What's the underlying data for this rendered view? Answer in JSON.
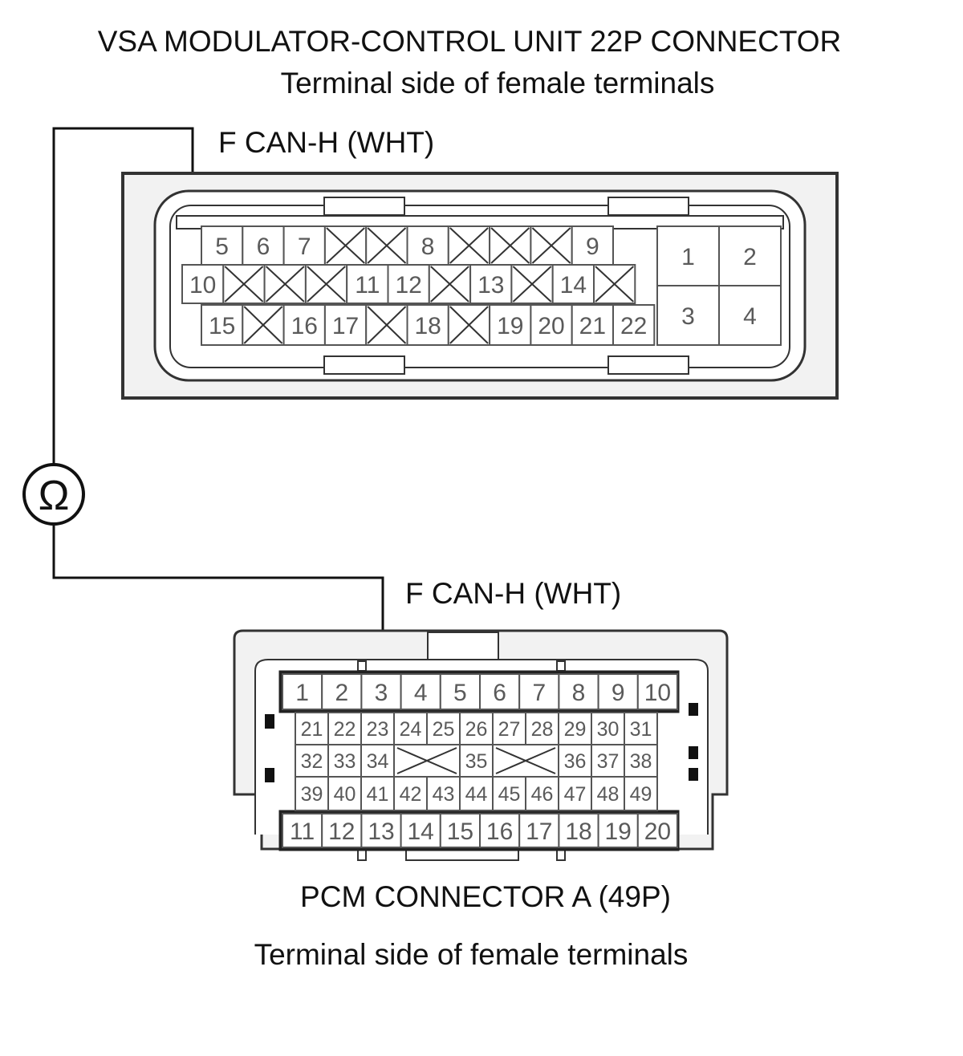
{
  "vsa": {
    "title": "VSA MODULATOR-CONTROL UNIT 22P CONNECTOR",
    "subtitle": "Terminal side of female terminals",
    "probe_label": "F CAN-H (WHT)",
    "probe_terminal": "10",
    "pins": {
      "row1": [
        "5",
        "6",
        "7",
        "X",
        "X",
        "8",
        "X",
        "X",
        "X",
        "9"
      ],
      "row2": [
        "10",
        "X",
        "X",
        "X",
        "11",
        "12",
        "X",
        "13",
        "X",
        "14",
        "X"
      ],
      "row3": [
        "15",
        "X",
        "16",
        "17",
        "X",
        "18",
        "X",
        "19",
        "20",
        "21",
        "22"
      ],
      "block": [
        "1",
        "2",
        "3",
        "4"
      ]
    }
  },
  "meter": {
    "symbol": "Ω",
    "icon": "ohmmeter-icon"
  },
  "pcm": {
    "probe_label": "F CAN-H (WHT)",
    "probe_terminal": "3",
    "title": "PCM CONNECTOR A (49P)",
    "subtitle": "Terminal side of female terminals",
    "pins": {
      "top": [
        "1",
        "2",
        "3",
        "4",
        "5",
        "6",
        "7",
        "8",
        "9",
        "10"
      ],
      "mid1": [
        "21",
        "22",
        "23",
        "24",
        "25",
        "26",
        "27",
        "28",
        "29",
        "30",
        "31"
      ],
      "mid2": [
        "32",
        "33",
        "34",
        "X",
        "35",
        "X",
        "36",
        "37",
        "38"
      ],
      "mid3": [
        "39",
        "40",
        "41",
        "42",
        "43",
        "44",
        "45",
        "46",
        "47",
        "48",
        "49"
      ],
      "bottom": [
        "11",
        "12",
        "13",
        "14",
        "15",
        "16",
        "17",
        "18",
        "19",
        "20"
      ]
    }
  }
}
